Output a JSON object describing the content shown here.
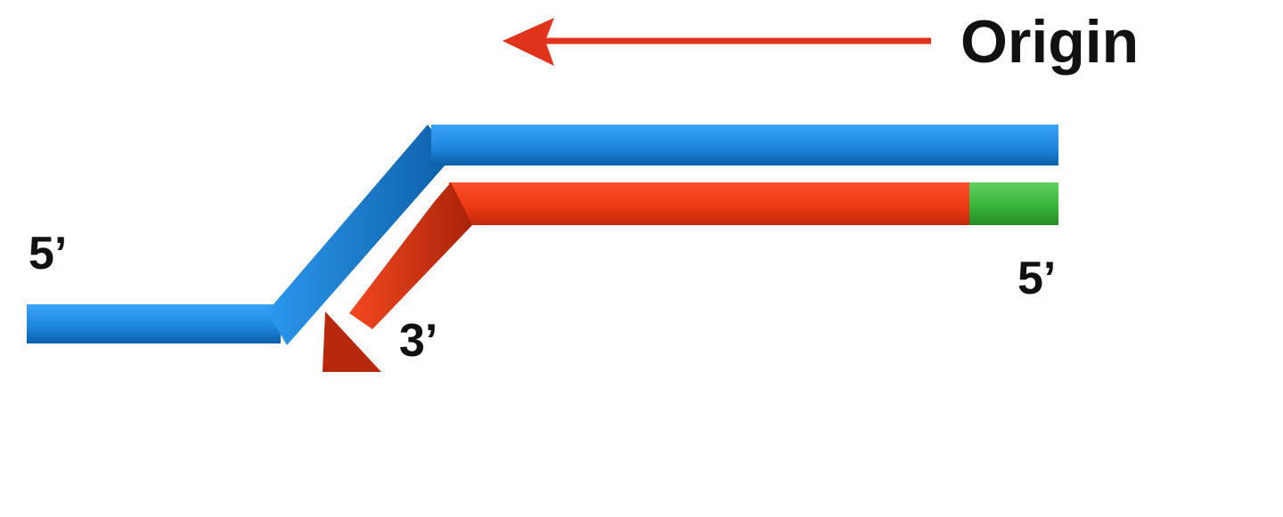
{
  "labels": {
    "origin": "Origin",
    "template_5prime_left": "5’",
    "new_strand_5prime": "5’",
    "new_strand_3prime": "3’"
  },
  "colors": {
    "template_strand": "#1e88e0",
    "template_strand_dark": "#0d5fa8",
    "new_strand": "#ee3a12",
    "new_strand_dark": "#a8230a",
    "primer": "#3ab53a",
    "origin_arrow": "#e0331b",
    "text": "#111111",
    "background": "#ffffff"
  }
}
